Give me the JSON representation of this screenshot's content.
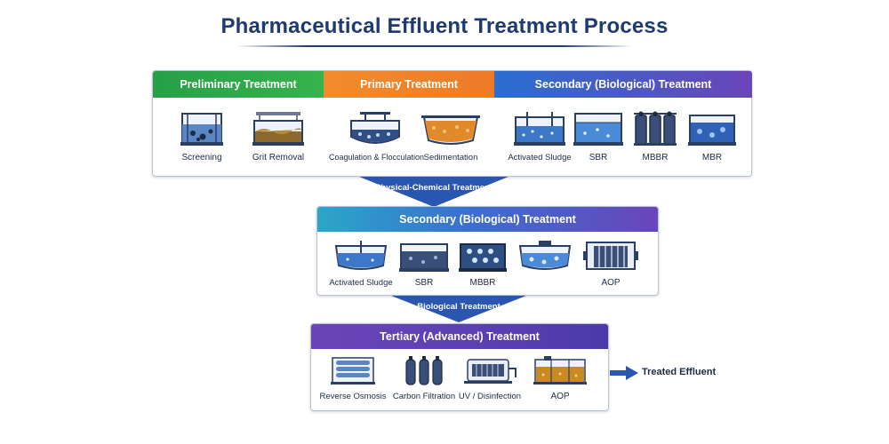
{
  "title": "Pharmaceutical Effluent Treatment Process",
  "top_panel": {
    "headers": [
      "Preliminary Treatment",
      "Primary Treatment",
      "Secondary (Biological) Treatment"
    ],
    "items": [
      "Screening",
      "Grit Removal",
      "Coagulation & Flocculation",
      "Sedimentation",
      "Activated Sludge",
      "SBR",
      "MBBR",
      "MBR"
    ]
  },
  "arrow1": "Physical-Chemical Treatment",
  "middle_panel": {
    "header": "Secondary (Biological) Treatment",
    "items": [
      "Activated Sludge",
      "SBR",
      "MBBR",
      "AOP"
    ]
  },
  "arrow2": "Biological Treatment",
  "bottom_panel": {
    "header": "Tertiary (Advanced) Treatment",
    "items": [
      "Reverse Osmosis",
      "Carbon Filtration",
      "UV / Disinfection",
      "AOP"
    ]
  },
  "output": "Treated Effluent",
  "colors": {
    "preliminary": "#2eaa48",
    "primary": "#f0812a",
    "secondary_start": "#2a6fd0",
    "secondary_end": "#6a45b8",
    "tertiary": "#5b3fb0",
    "arrow": "#2b56b0",
    "title": "#1f3a6e"
  }
}
